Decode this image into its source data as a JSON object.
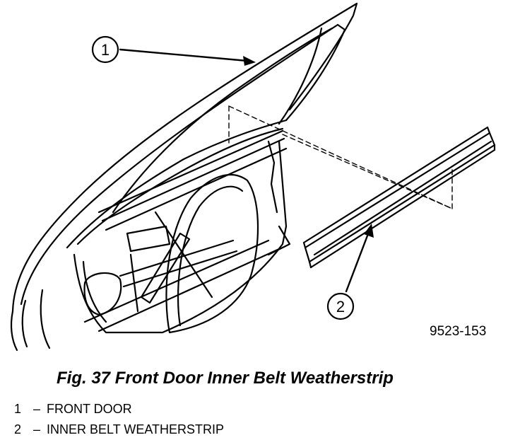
{
  "callouts": [
    {
      "number": "1"
    },
    {
      "number": "2"
    }
  ],
  "figure_id": "9523-153",
  "caption": "Fig. 37 Front Door Inner Belt Weatherstrip",
  "legend": [
    {
      "number": "1",
      "separator": "–",
      "label": "FRONT DOOR"
    },
    {
      "number": "2",
      "separator": "–",
      "label": "INNER BELT WEATHERSTRIP"
    }
  ]
}
